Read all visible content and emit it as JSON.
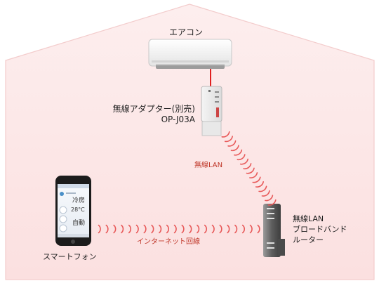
{
  "labels": {
    "aircon": "エアコン",
    "adapter_name": "無線アダプター(別売)",
    "adapter_model": "OP-J03A",
    "wireless_lan": "無線LAN",
    "router_line1": "無線LAN",
    "router_line2": "ブロードバンド",
    "router_line3": "ルーター",
    "internet_line": "インターネット回線",
    "smartphone": "スマートフォン"
  },
  "phone_screen": {
    "mode": "冷房",
    "temperature": "28°C",
    "fan": "自動"
  },
  "colors": {
    "house_fill": "#fde8e8",
    "wave": "#e85a5a",
    "label_red": "#c0392b",
    "cable": "#e02020",
    "text": "#222222"
  }
}
